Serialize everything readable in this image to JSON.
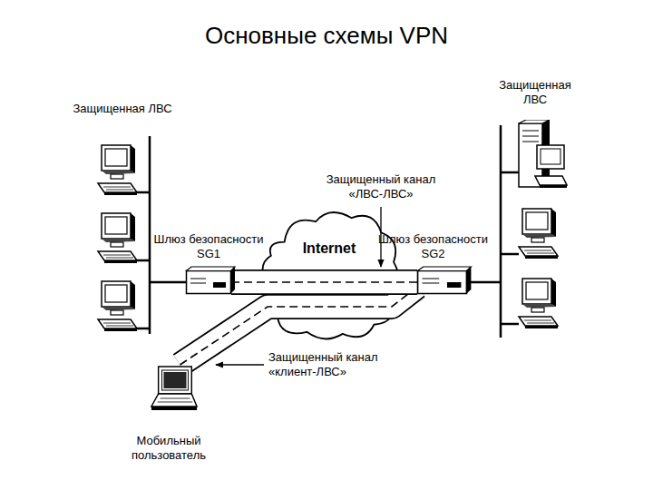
{
  "diagram": {
    "title": "Основные схемы VPN",
    "nodes": [
      {
        "text": [
          "Шлюз безопасности SG1"
        ]
      },
      {
        "text": [
          "Internet"
        ]
      },
      {
        "text": [
          "Шлюз безопасности SG2"
        ]
      },
      {
        "text": [
          "Мобильный пользователь"
        ]
      }
    ],
    "edges": [
      {
        "from": 0,
        "to": 2,
        "arrow": "none"
      },
      {
        "from": 3,
        "to": 2,
        "arrow": "none"
      }
    ],
    "labels": [
      "Защищенная ЛВС",
      "Защищенная ЛВС",
      "Защищенный канал «ЛВС-ЛВС»",
      "Защищенный канал «клиент-ЛВС»"
    ]
  }
}
